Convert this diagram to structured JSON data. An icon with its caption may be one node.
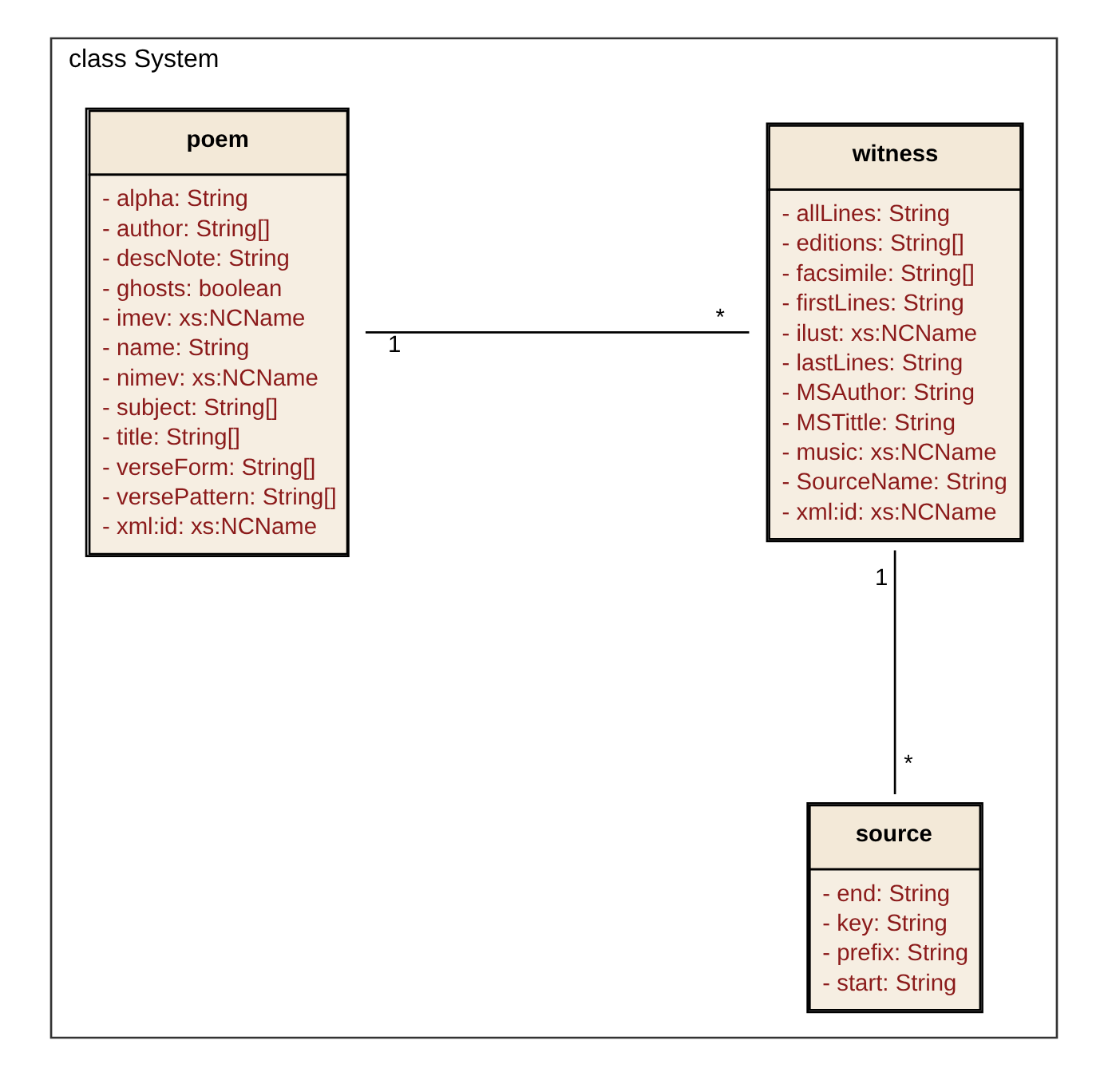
{
  "diagram": {
    "nodes": [
      {
        "text": [
          "class System"
        ]
      },
      {
        "text": [
          "poem",
          "- alpha: String",
          "- author: String[]",
          "- descNote: String",
          "- ghosts: boolean",
          "- imev: xs:NCName",
          "- name: String",
          "- nimev: xs:NCName",
          "- subject: String[]",
          "- title: String[]",
          "- verseForm: String[]",
          "- versePattern: String[]",
          "- xml:id: xs:NCName"
        ],
        "in": 0
      },
      {
        "text": [
          "witness",
          "- allLines: String",
          "- editions: String[]",
          "- facsimile: String[]",
          "- firstLines: String",
          "- ilust: xs:NCName",
          "- lastLines: String",
          "- MSAuthor: String",
          "- MSTittle: String",
          "- music: xs:NCName",
          "- SourceName: String",
          "- xml:id: xs:NCName"
        ],
        "in": 0
      },
      {
        "text": [
          "source",
          "- end: String",
          "- key: String",
          "- prefix: String",
          "- start: String"
        ],
        "in": 0
      }
    ],
    "edges": [
      {
        "from": 1,
        "to": 2,
        "arrow": "none"
      },
      {
        "from": 2,
        "to": 3,
        "arrow": "none"
      }
    ],
    "labels": [
      "1",
      "*",
      "1",
      "*"
    ]
  }
}
